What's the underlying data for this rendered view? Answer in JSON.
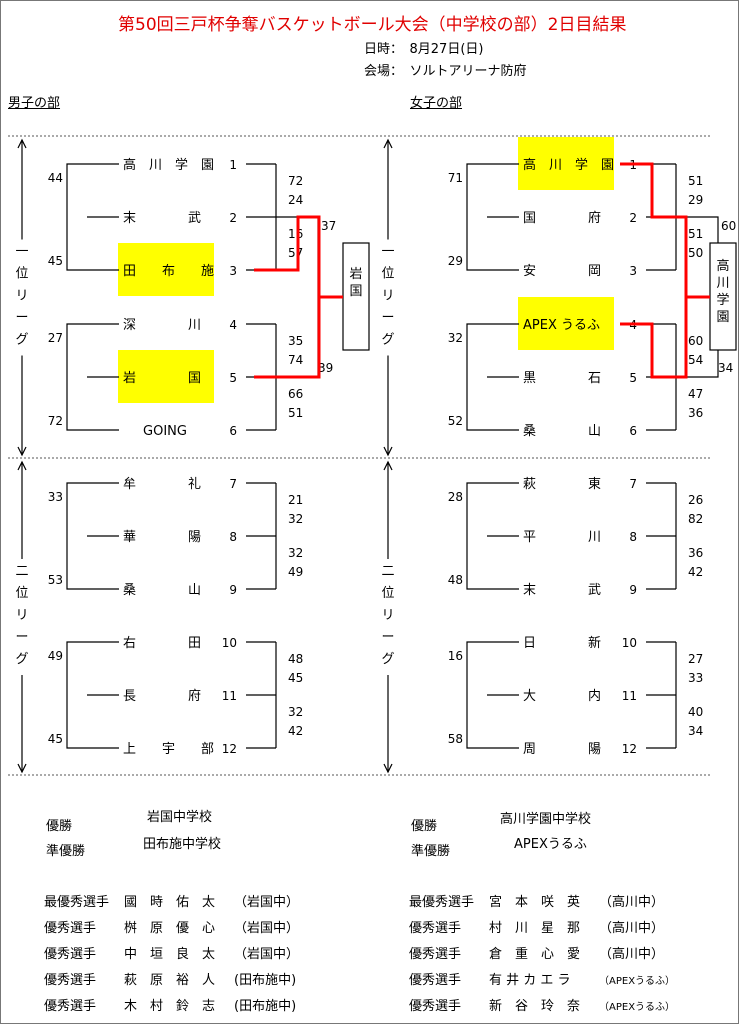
{
  "title": "第50回三戸杯争奪バスケットボール大会（中学校の部）2日目結果",
  "date": "日時：　8月27日(日)",
  "venue": "会場：　ソルトアリーナ防府",
  "boys": {
    "header": "男子の部",
    "league1": "一位リーグ",
    "league2": "二位リーグ",
    "teams": [
      "高　川　学　園",
      "末　　　　武",
      "田　　布　　施",
      "深　　　　川",
      "岩　　　　国",
      "GOING",
      "牟　　　　礼",
      "華　　　　陽",
      "桑　　　　山",
      "右　　　　田",
      "長　　　　府",
      "上　　宇　　部"
    ],
    "nums": [
      "1",
      "2",
      "3",
      "4",
      "5",
      "6",
      "7",
      "8",
      "9",
      "10",
      "11",
      "12"
    ],
    "left_scores": [
      "44",
      "45",
      "27",
      "72",
      "33",
      "53",
      "49",
      "45"
    ],
    "right_scores": [
      "72",
      "24",
      "16",
      "57",
      "35",
      "74",
      "66",
      "51",
      "21",
      "32",
      "32",
      "49",
      "48",
      "45",
      "32",
      "42"
    ],
    "final_scores": [
      "37",
      "39"
    ],
    "winner": "岩国"
  },
  "girls": {
    "header": "女子の部",
    "league1": "一位リーグ",
    "league2": "二位リーグ",
    "teams": [
      "高　川　学　園",
      "国　　　　府",
      "安　　　　岡",
      "APEX うるふ",
      "黒　　　　石",
      "桑　　　　山",
      "萩　　　　東",
      "平　　　　川",
      "末　　　　武",
      "日　　　　新",
      "大　　　　内",
      "周　　　　陽"
    ],
    "nums": [
      "1",
      "2",
      "3",
      "4",
      "5",
      "6",
      "7",
      "8",
      "9",
      "10",
      "11",
      "12"
    ],
    "left_scores": [
      "71",
      "29",
      "32",
      "52",
      "28",
      "48",
      "16",
      "58"
    ],
    "right_scores": [
      "51",
      "29",
      "51",
      "50",
      "60",
      "54",
      "47",
      "36",
      "26",
      "82",
      "36",
      "42",
      "27",
      "33",
      "40",
      "34"
    ],
    "final_scores": [
      "60",
      "34"
    ],
    "winner": "高川学園"
  },
  "summary": {
    "boys": {
      "champion_label": "優勝",
      "champion": "岩国中学校",
      "runner_label": "準優勝",
      "runner": "田布施中学校"
    },
    "girls": {
      "champion_label": "優勝",
      "champion": "高川学園中学校",
      "runner_label": "準優勝",
      "runner": "APEXうるふ"
    }
  },
  "awards": {
    "boys": [
      {
        "label": "最優秀選手",
        "name": "國　時　佑　太",
        "school": "（岩国中）"
      },
      {
        "label": "優秀選手",
        "name": "桝　原　優　心",
        "school": "（岩国中）"
      },
      {
        "label": "優秀選手",
        "name": "中　垣　良　太",
        "school": "（岩国中）"
      },
      {
        "label": "優秀選手",
        "name": "萩　原　裕　人",
        "school": "(田布施中)"
      },
      {
        "label": "優秀選手",
        "name": "木　村　鈴　志",
        "school": "(田布施中)"
      }
    ],
    "girls": [
      {
        "label": "最優秀選手",
        "name": "宮　本　咲　英",
        "school": "（高川中）"
      },
      {
        "label": "優秀選手",
        "name": "村　川　星　那",
        "school": "（高川中）"
      },
      {
        "label": "優秀選手",
        "name": "倉　重　心　愛",
        "school": "（高川中）"
      },
      {
        "label": "優秀選手",
        "name": "有 井 カ エ ラ",
        "school": "（APEXうるふ）"
      },
      {
        "label": "優秀選手",
        "name": "新　谷　玲　奈",
        "school": "（APEXうるふ）"
      }
    ]
  },
  "colors": {
    "highlight": "#ffff00",
    "winner_line": "#ff0000",
    "title": "#e00000"
  }
}
